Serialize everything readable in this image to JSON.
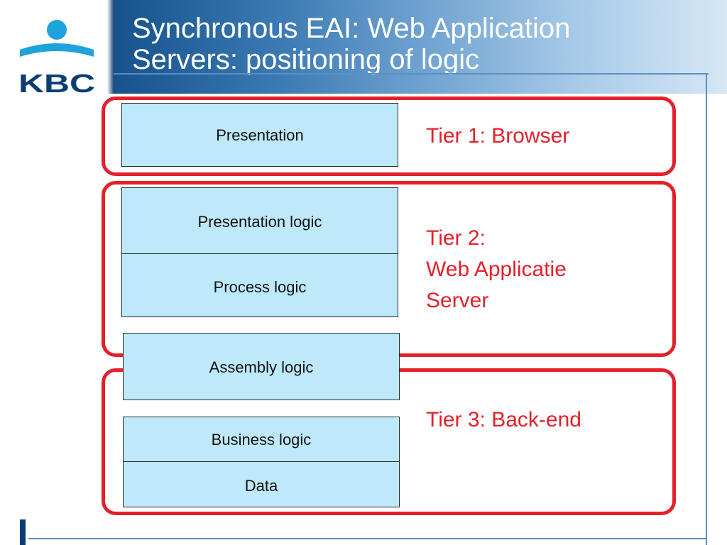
{
  "header": {
    "title_lines": [
      "Synchronous EAI: Web Application",
      "Servers: positioning of logic"
    ],
    "logo_text": "KBC",
    "colors": {
      "title": "#ffffff",
      "gradient_start": "#0b3d73",
      "gradient_end": "#d6e7f5",
      "logo": "#0b3d73"
    }
  },
  "tiers": [
    {
      "label_lines": [
        "Tier 1: Browser"
      ]
    },
    {
      "label_lines": [
        "Tier 2:",
        "Web Applicatie",
        "Server"
      ]
    },
    {
      "label_lines": [
        "Tier 3: Back-end"
      ]
    }
  ],
  "boxes": {
    "presentation": "Presentation",
    "presentation_logic": "Presentation logic",
    "process_logic": "Process logic",
    "assembly_logic": "Assembly logic",
    "business_logic": "Business logic",
    "data": "Data"
  },
  "colors": {
    "tier_border": "#e4202a",
    "tier_text": "#e4202a",
    "box_fill": "#bde9fb",
    "box_border": "#2a2a2a"
  }
}
